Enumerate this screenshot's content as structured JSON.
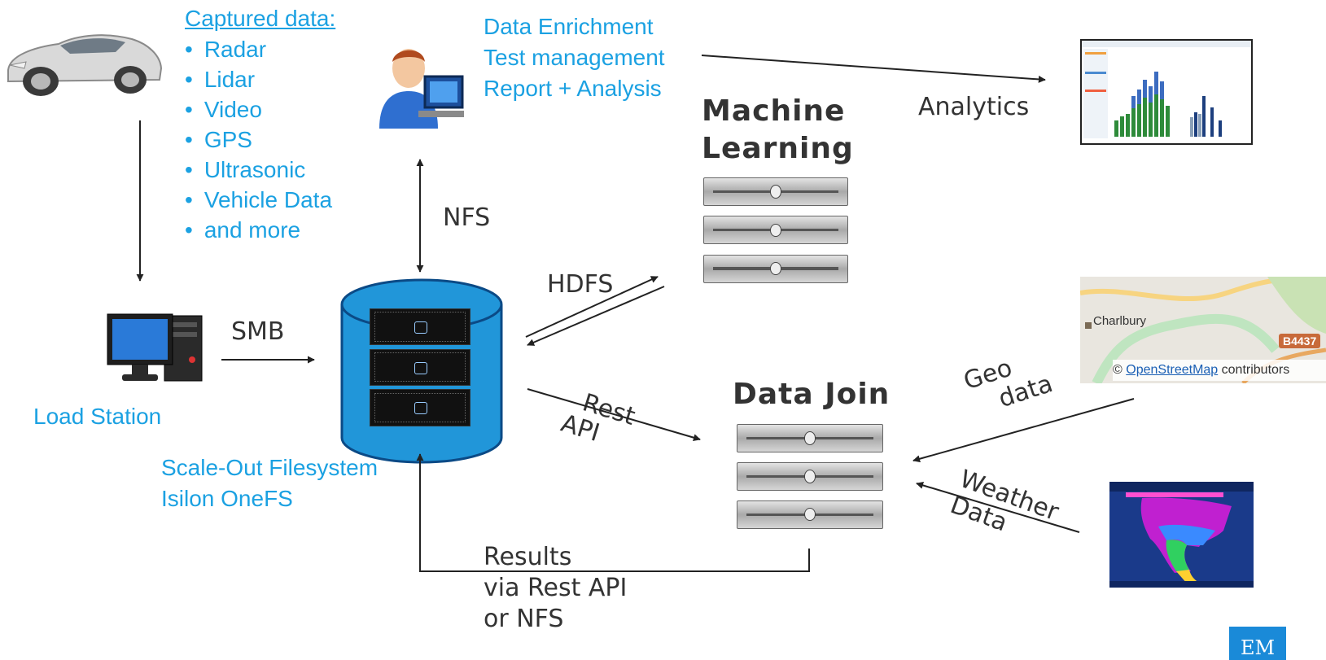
{
  "captured": {
    "heading": "Captured data:",
    "items": [
      "Radar",
      "Lidar",
      "Video",
      "GPS",
      "Ultrasonic",
      "Vehicle Data",
      "and more"
    ]
  },
  "user_tasks": [
    "Data Enrichment",
    "Test management",
    "Report + Analysis"
  ],
  "labels": {
    "nfs": "NFS",
    "smb": "SMB",
    "hdfs": "HDFS",
    "rest_line1": "Rest",
    "rest_line2": "API",
    "analytics": "Analytics",
    "load_station": "Load Station",
    "filesystem_line1": "Scale-Out Filesystem",
    "filesystem_line2": "Isilon OneFS",
    "ml_line1": "Machine",
    "ml_line2": "Learning",
    "data_join": "Data Join",
    "geo_line1": "Geo",
    "geo_line2": "data",
    "weather_line1": "Weather",
    "weather_line2": "Data",
    "results_line1": "Results",
    "results_line2": "via Rest API",
    "results_line3": "or NFS"
  },
  "map": {
    "place": "Charlbury",
    "road": "B4437",
    "credit_prefix": "©",
    "credit_link": "OpenStreetMap",
    "credit_suffix": "contributors"
  },
  "corner_logo": "EM",
  "colors": {
    "accent": "#1ba1e2",
    "cylinder": "#2196d9",
    "text": "#333333"
  },
  "icons": [
    "car-icon",
    "user-at-computer-icon",
    "desktop-computer-icon",
    "storage-cylinder-icon",
    "server-rack-icon",
    "analytics-dashboard-thumbnail",
    "map-thumbnail",
    "weather-map-thumbnail"
  ]
}
